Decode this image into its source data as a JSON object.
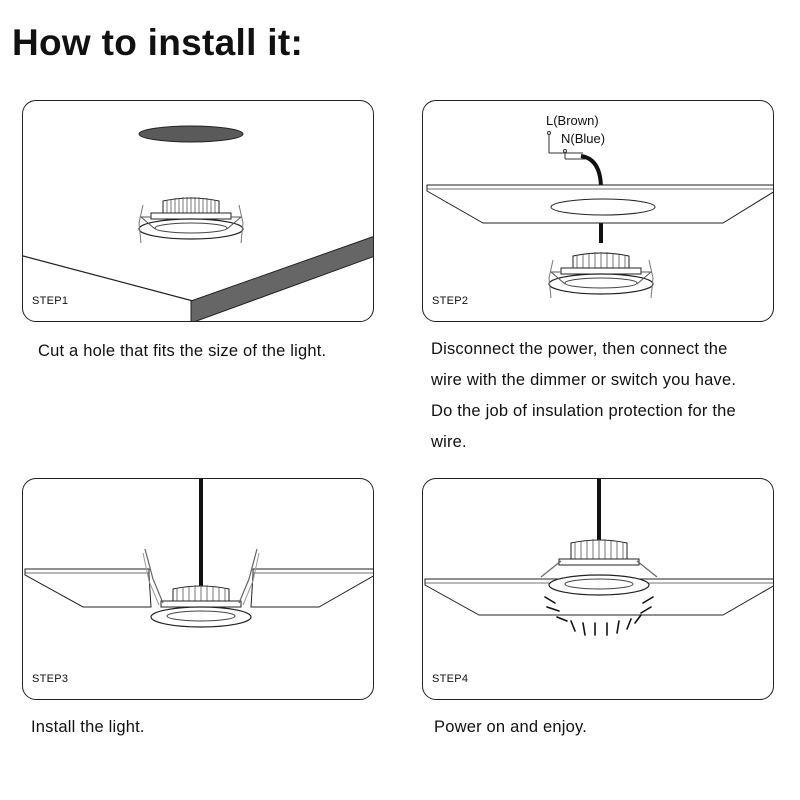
{
  "page": {
    "title": "How to install it:"
  },
  "steps": [
    {
      "label": "STEP1",
      "caption": [
        "Cut a hole that fits the size of the light."
      ]
    },
    {
      "label": "STEP2",
      "wire_labels": {
        "live": "L(Brown)",
        "neutral": "N(Blue)"
      },
      "caption": [
        "Disconnect the power, then connect the",
        "wire with the dimmer or switch you have.",
        "Do the job of insulation protection for the",
        "wire."
      ]
    },
    {
      "label": "STEP3",
      "caption": [
        "Install the light."
      ]
    },
    {
      "label": "STEP4",
      "caption": [
        "Power on and enjoy."
      ]
    }
  ],
  "colors": {
    "border": "#222222",
    "hole": "#5a5a5a",
    "edge": "#666666"
  }
}
